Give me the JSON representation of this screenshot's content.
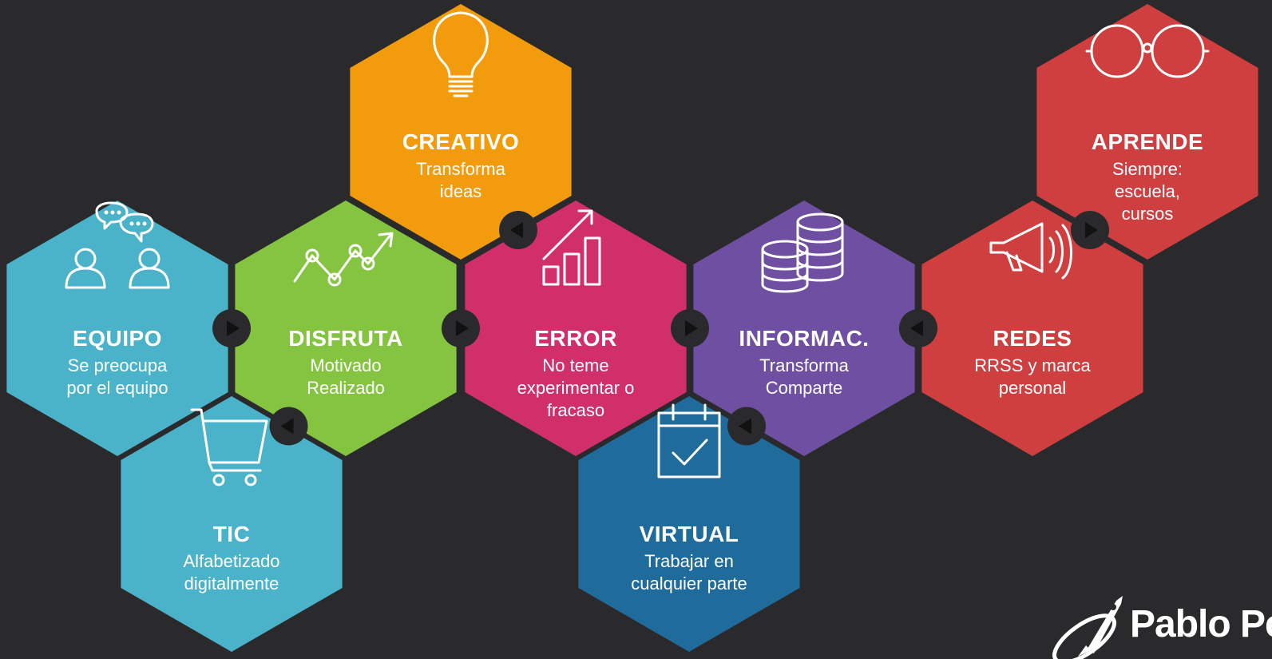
{
  "hexagons": [
    {
      "id": "creativo",
      "title": "CREATIVO",
      "lines": [
        "Transforma",
        "ideas"
      ],
      "color": "#f29c0d",
      "icon": "lightbulb-icon"
    },
    {
      "id": "aprende",
      "title": "APRENDE",
      "lines": [
        "Siempre:",
        "escuela,",
        "cursos"
      ],
      "color": "#cf3f3f",
      "icon": "glasses-icon"
    },
    {
      "id": "equipo",
      "title": "EQUIPO",
      "lines": [
        "Se preocupa",
        "por el equipo"
      ],
      "color": "#4ab3c9",
      "icon": "team-chat-icon"
    },
    {
      "id": "disfruta",
      "title": "DISFRUTA",
      "lines": [
        "Motivado",
        "Realizado"
      ],
      "color": "#85c441",
      "icon": "trend-line-icon"
    },
    {
      "id": "error",
      "title": "ERROR",
      "lines": [
        "No teme",
        "experimentar o",
        "fracaso"
      ],
      "color": "#d12f6a",
      "icon": "growth-bars-icon"
    },
    {
      "id": "informac",
      "title": "INFORMAC.",
      "lines": [
        "Transforma",
        "Comparte"
      ],
      "color": "#6e4fa2",
      "icon": "database-icon"
    },
    {
      "id": "redes",
      "title": "REDES",
      "lines": [
        "RRSS y marca",
        "personal"
      ],
      "color": "#cf3f3f",
      "icon": "megaphone-icon"
    },
    {
      "id": "tic",
      "title": "TIC",
      "lines": [
        "Alfabetizado",
        "digitalmente"
      ],
      "color": "#4ab3c9",
      "icon": "shopping-cart-icon"
    },
    {
      "id": "virtual",
      "title": "VIRTUAL",
      "lines": [
        "Trabajar en",
        "cualquier parte"
      ],
      "color": "#1f6b9b",
      "icon": "calendar-check-icon"
    }
  ],
  "connectors": [
    {
      "between": [
        "equipo",
        "disfruta"
      ],
      "direction": "right"
    },
    {
      "between": [
        "disfruta",
        "error"
      ],
      "direction": "right"
    },
    {
      "between": [
        "error",
        "informac"
      ],
      "direction": "right"
    },
    {
      "between": [
        "informac",
        "redes"
      ],
      "direction": "left"
    },
    {
      "between": [
        "creativo",
        "error"
      ],
      "direction": "left"
    },
    {
      "between": [
        "disfruta",
        "tic"
      ],
      "direction": "left"
    },
    {
      "between": [
        "informac",
        "virtual"
      ],
      "direction": "left"
    },
    {
      "between": [
        "aprende",
        "redes"
      ],
      "direction": "right"
    }
  ],
  "brand": {
    "text": "Pablo Pe",
    "icon": "rocket-icon"
  }
}
